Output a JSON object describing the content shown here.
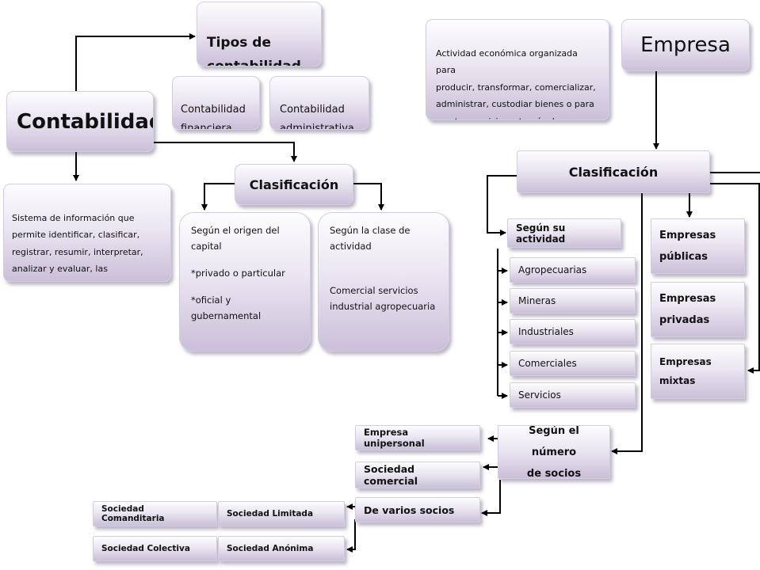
{
  "contabilidad": {
    "title": "Contabilidad",
    "tipos": "Tipos de\ncontabilidad",
    "financiera": "Contabilidad\nfinanciera",
    "administrativa": "Contabilidad\nadministrativa",
    "definicion": "Sistema de información que\npermite identificar, clasificar,\nregistrar, resumir, interpretar,\nanalizar y evaluar,  las operaciones\ny transacciones de una empresa.",
    "clasificacion": "Clasificación",
    "origen_capital": "Según el origen del\ncapital",
    "privado": "*privado o particular",
    "oficial": "*oficial y\ngubernamental",
    "clase_actividad": "Según la clase de\nactividad",
    "clase_lista": "Comercial servicios\nindustrial agropecuaria"
  },
  "empresa": {
    "title": "Empresa",
    "definicion": "Actividad económica organizada para\nproducir, transformar, comercializar,\nadministrar, custodiar bienes o para\nprestar servicios a través de un\nestablecimiento de comercio",
    "clasificacion": "Clasificación",
    "segun_actividad": "Según su actividad",
    "actividades": [
      "Agropecuarias",
      "Mineras",
      "Industriales",
      "Comerciales",
      "Servicios"
    ],
    "publicas": "Empresas\npúblicas",
    "privadas": "Empresas\nprivadas",
    "mixtas": "Empresas\nmixtas",
    "numero_socios": "Según el número\nde socios",
    "unipersonal": "Empresa unipersonal",
    "sociedad_comercial": "Sociedad comercial",
    "varios_socios": "De varios socios",
    "comanditaria": "Sociedad Comanditaria",
    "limitada": "Sociedad Limitada",
    "colectiva": "Sociedad Colectiva",
    "anonima": "Sociedad Anónima"
  }
}
